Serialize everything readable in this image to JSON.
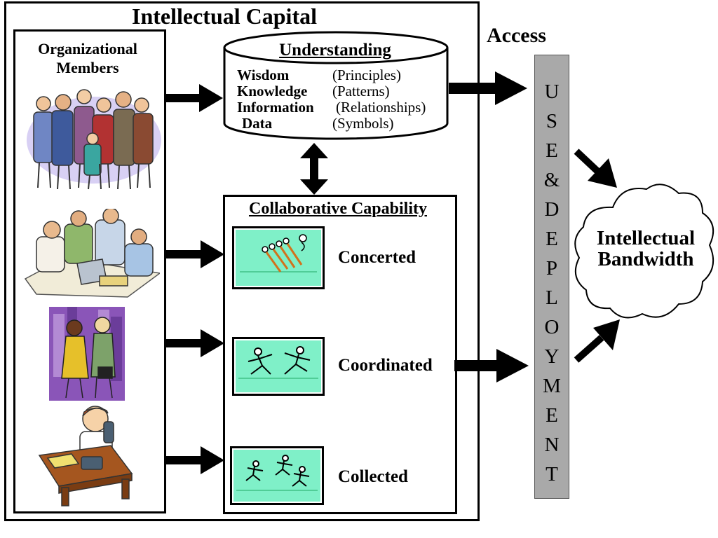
{
  "title": "Intellectual Capital",
  "members_label": [
    "Organizational",
    "Members"
  ],
  "understanding": {
    "title": "Understanding",
    "rows": [
      {
        "term": "Wisdom",
        "desc": "(Principles)"
      },
      {
        "term": "Knowledge",
        "desc": "(Patterns)"
      },
      {
        "term": "Information",
        "desc": "(Relationships)"
      },
      {
        "term": "Data",
        "desc": "(Symbols)"
      }
    ]
  },
  "collaborative": {
    "title": "Collaborative Capability",
    "modes": [
      {
        "label": "Concerted",
        "icon": "rowing-team-icon"
      },
      {
        "label": "Coordinated",
        "icon": "relay-runners-icon"
      },
      {
        "label": "Collected",
        "icon": "sprinters-icon"
      }
    ]
  },
  "access_label": "Access",
  "use_deployment_letters": [
    "U",
    "S",
    "E",
    "&",
    "D",
    "E",
    "P",
    "L",
    "O",
    "Y",
    "M",
    "E",
    "N",
    "T"
  ],
  "outcome": [
    "Intellectual",
    "Bandwidth"
  ],
  "colors": {
    "mode_panel": "#7ff0c8",
    "use_bar": "#a9a9a9",
    "cloud_outline": "#000000"
  },
  "member_images": [
    "group-of-people-icon",
    "team-at-laptop-icon",
    "business-handshake-icon",
    "person-on-phone-at-desk-icon"
  ]
}
